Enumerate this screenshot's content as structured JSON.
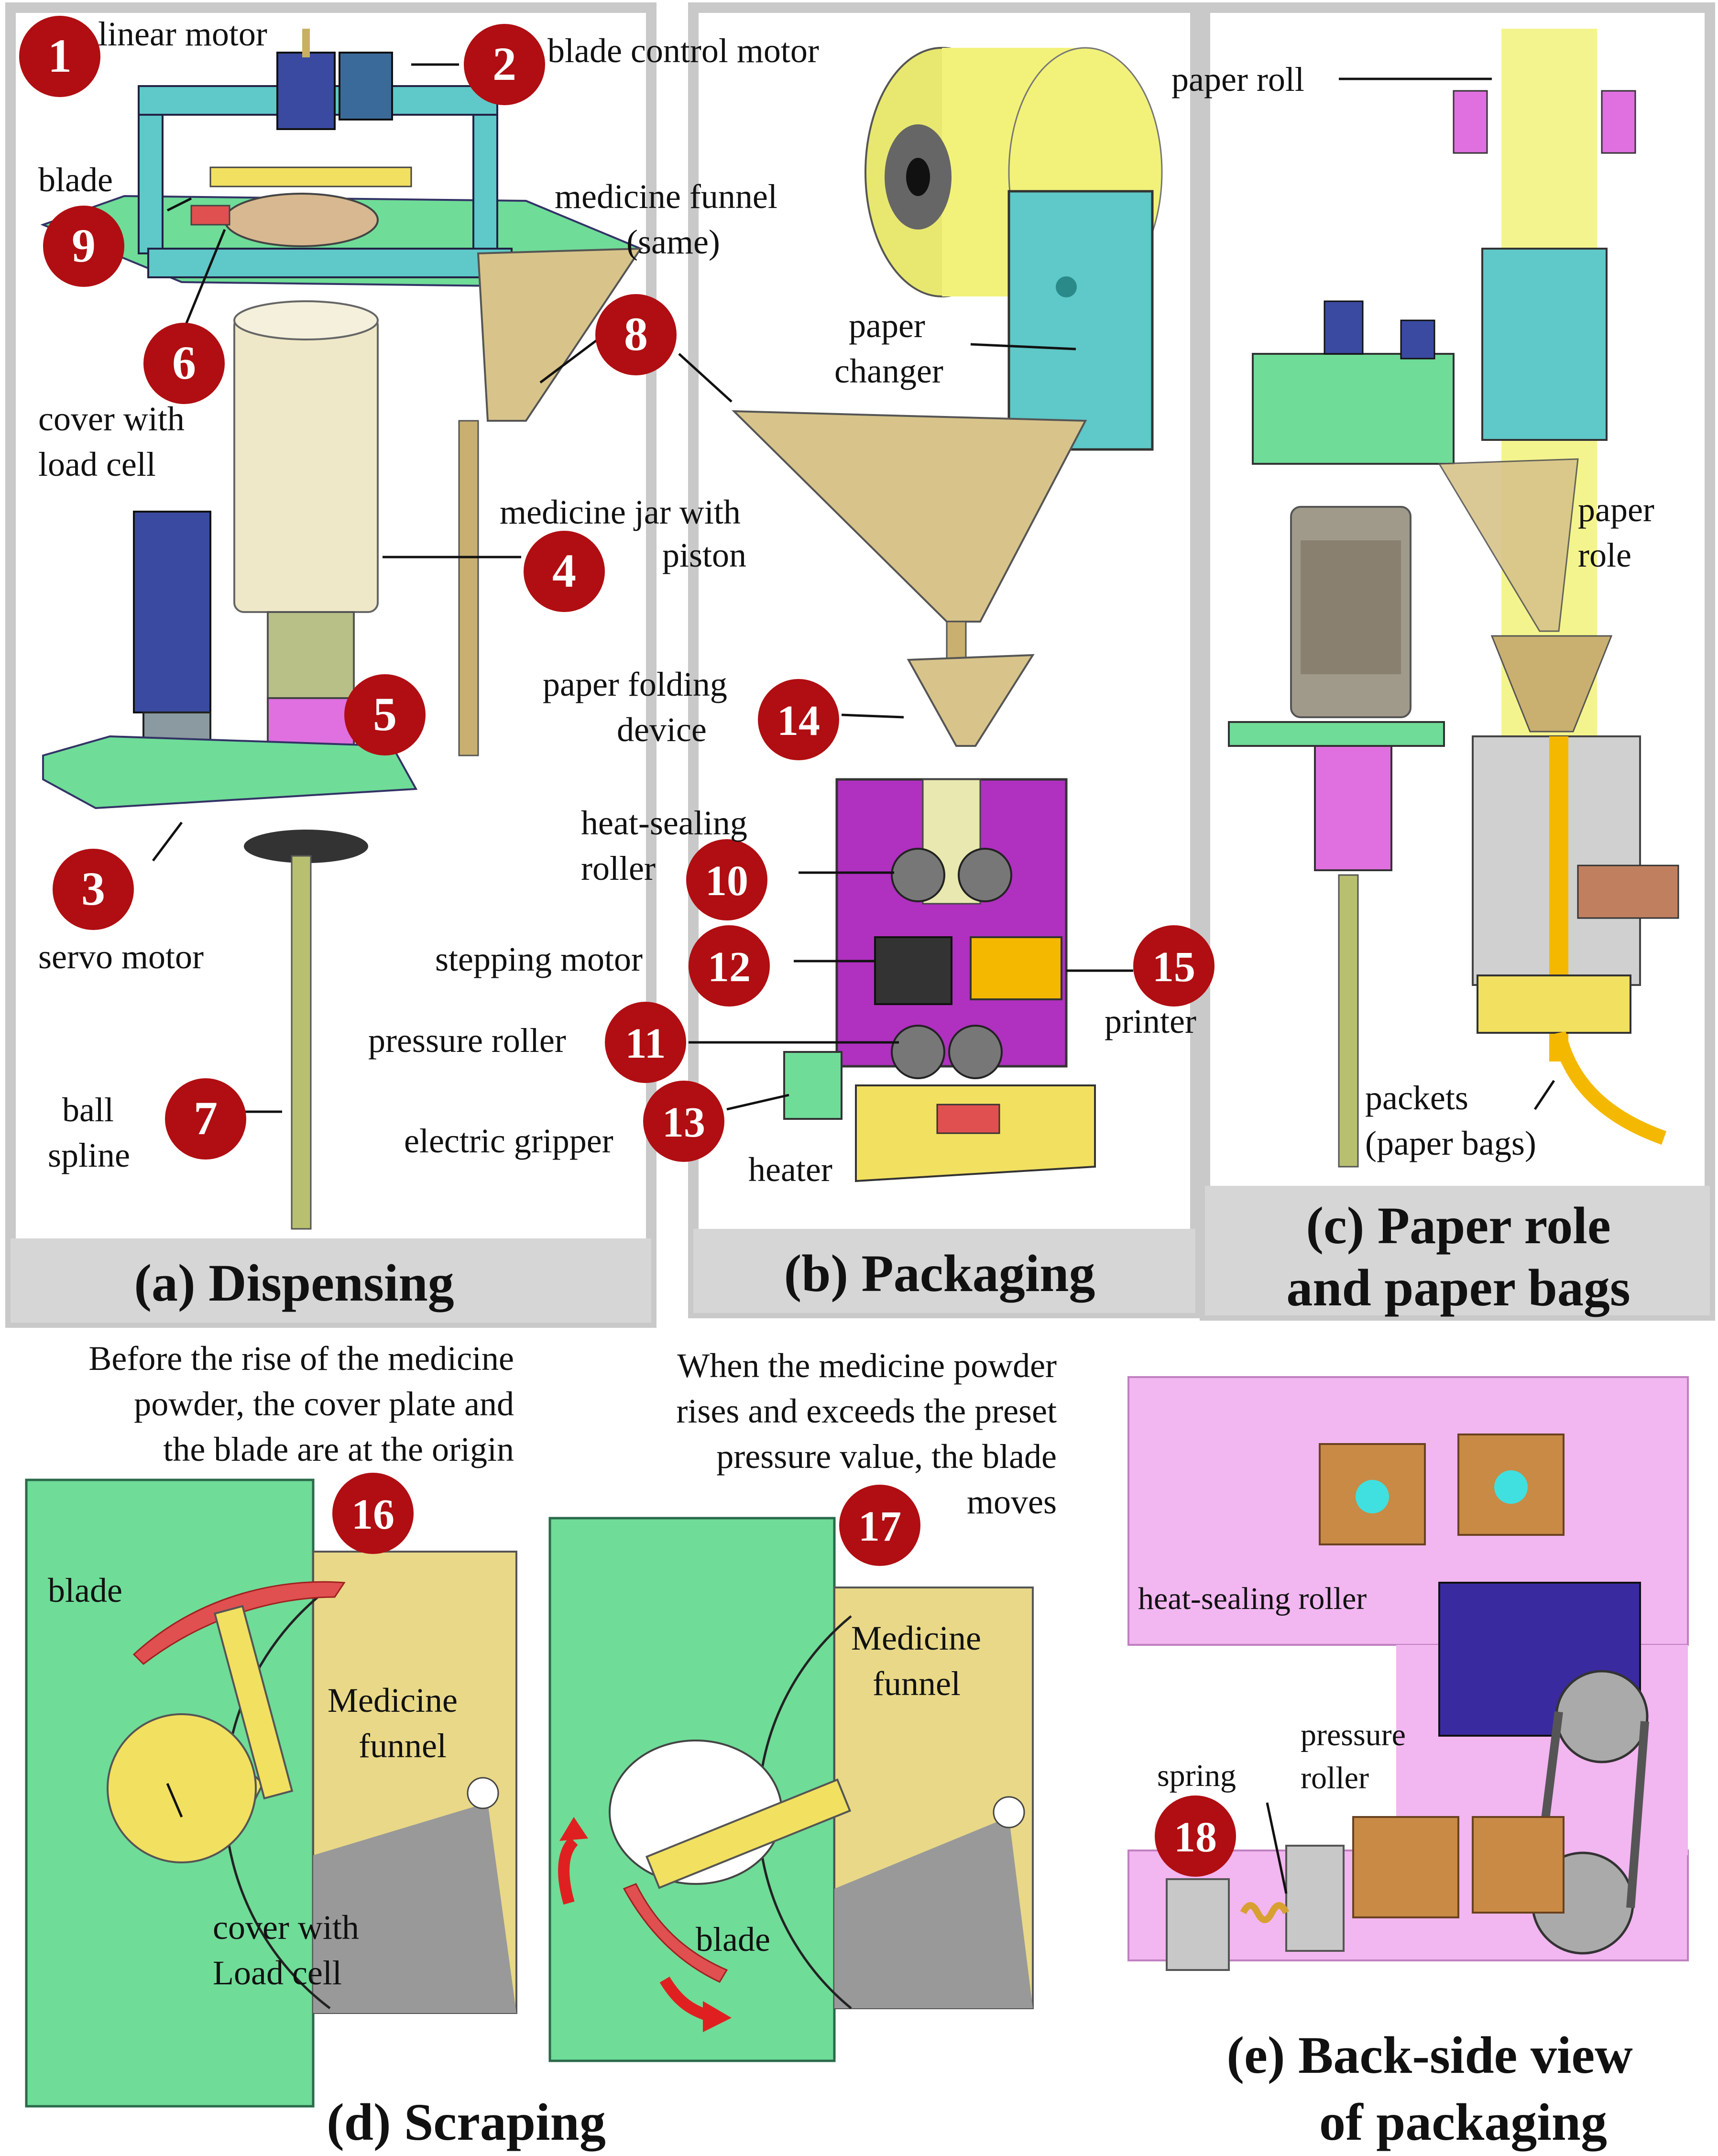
{
  "labels": {
    "linear_motor": "linear motor",
    "blade_control_motor": "blade control motor",
    "blade": "blade",
    "medicine_funnel_same_1": "medicine funnel",
    "medicine_funnel_same_2": "(same)",
    "cover_load_cell_1": "cover with",
    "cover_load_cell_2": "load cell",
    "medicine_jar_1": "medicine jar with",
    "medicine_jar_2": "piston",
    "servo_motor": "servo motor",
    "ball_spline_1": "ball",
    "ball_spline_2": "spline",
    "paper_roll": "paper  roll",
    "paper_changer_1": "paper",
    "paper_changer_2": "changer",
    "paper_folding_1": "paper folding",
    "paper_folding_2": "device",
    "heat_sealing_roller_1": "heat-sealing",
    "heat_sealing_roller_2": "roller",
    "stepping_motor": "stepping motor",
    "pressure_roller": "pressure roller",
    "printer": "printer",
    "electric_gripper": "electric gripper",
    "heater": "heater",
    "paper_role_1": "paper",
    "paper_role_2": "role",
    "packets_1": "packets",
    "packets_2": "(paper bags)",
    "d_note_1": "Before the rise of the medicine",
    "d_note_2": "powder, the cover plate and",
    "d_note_3": "the blade are at the origin",
    "d_note2_1": "When the medicine powder",
    "d_note2_2": "rises and exceeds the preset",
    "d_note2_3": "pressure value, the blade",
    "d_note2_4": "moves",
    "d_blade": "blade",
    "d_funnel_1": "Medicine",
    "d_funnel_2": "funnel",
    "d_cover_1": "cover with",
    "d_cover_2": "Load cell",
    "d_blade_2": "blade",
    "d_funnel2_1": "Medicine",
    "d_funnel2_2": "funnel",
    "e_heat_sealing": "heat-sealing roller",
    "e_pressure_1": "pressure",
    "e_pressure_2": "roller",
    "e_spring": "spring"
  },
  "captions": {
    "a": "(a) Dispensing",
    "b": "(b) Packaging",
    "c1": "(c) Paper role",
    "c2": "and paper bags",
    "d": "(d) Scraping",
    "e1": "(e) Back-side view",
    "e2": "of packaging"
  },
  "numbers": [
    "1",
    "2",
    "3",
    "4",
    "5",
    "6",
    "7",
    "8",
    "9",
    "10",
    "11",
    "12",
    "13",
    "14",
    "15",
    "16",
    "17",
    "18"
  ],
  "colors": {
    "badge": "#b00e12",
    "frame": "#c9c9c9",
    "plate_green": "#6fdc98",
    "plate_blue": "#5fc8c8",
    "funnel": "#d8c48a",
    "paper_yellow": "#f2f27a",
    "board_purple": "#b030c0",
    "blade_red": "#e05050",
    "pink_panel": "#f2b6f0",
    "bronze": "#c88a45"
  }
}
